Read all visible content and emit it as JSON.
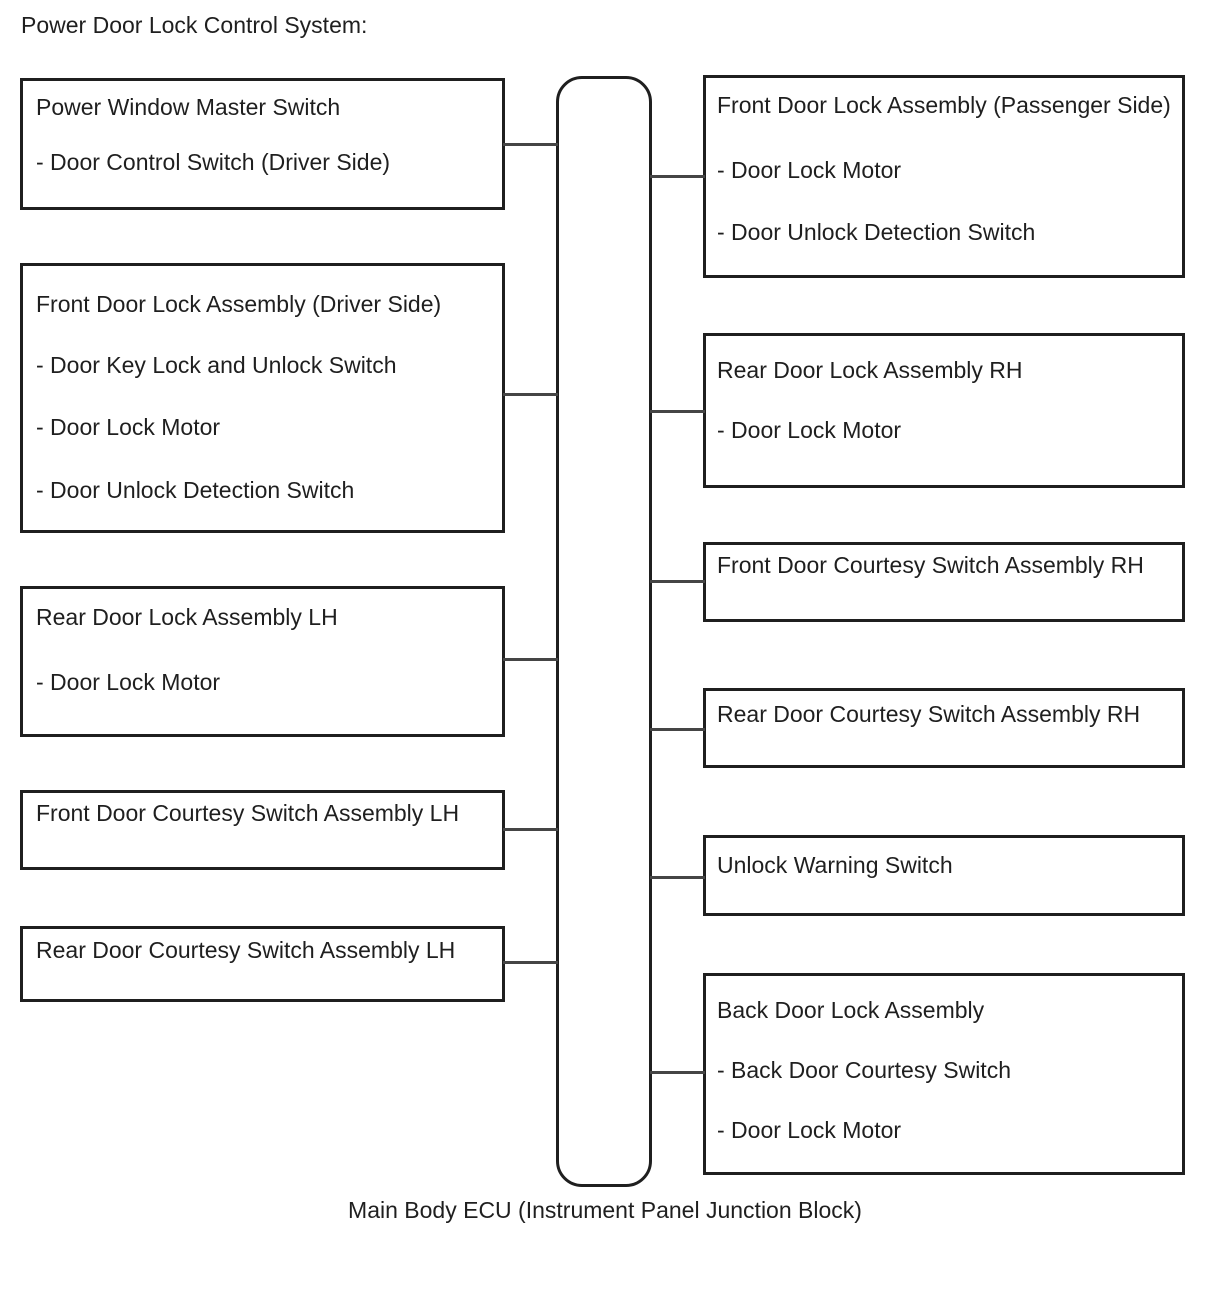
{
  "title": "Power Door Lock Control System:",
  "caption": "Main Body ECU (Instrument Panel Junction Block)",
  "colors": {
    "background": "#ffffff",
    "border": "#1f1f1f",
    "text": "#1f1f1f",
    "connector": "#454545"
  },
  "diagram": {
    "left_boxes": [
      {
        "lines": [
          "Power Window Master Switch",
          "- Door Control Switch (Driver Side)"
        ]
      },
      {
        "lines": [
          "Front Door Lock Assembly (Driver Side)",
          "- Door Key Lock and Unlock Switch",
          "- Door Lock Motor",
          "- Door Unlock Detection Switch"
        ]
      },
      {
        "lines": [
          "Rear Door Lock Assembly LH",
          "- Door Lock Motor"
        ]
      },
      {
        "lines": [
          "Front Door Courtesy Switch Assembly LH"
        ]
      },
      {
        "lines": [
          "Rear Door Courtesy Switch Assembly LH"
        ]
      }
    ],
    "right_boxes": [
      {
        "lines": [
          "Front Door Lock Assembly (Passenger Side)",
          "- Door Lock Motor",
          "- Door Unlock Detection Switch"
        ]
      },
      {
        "lines": [
          "Rear Door Lock Assembly RH",
          "- Door Lock Motor"
        ]
      },
      {
        "lines": [
          "Front Door Courtesy Switch Assembly RH"
        ]
      },
      {
        "lines": [
          "Rear Door Courtesy Switch Assembly RH"
        ]
      },
      {
        "lines": [
          "Unlock Warning Switch"
        ]
      },
      {
        "lines": [
          "Back Door Lock Assembly",
          "- Back Door Courtesy Switch",
          "- Door Lock Motor"
        ]
      }
    ]
  }
}
